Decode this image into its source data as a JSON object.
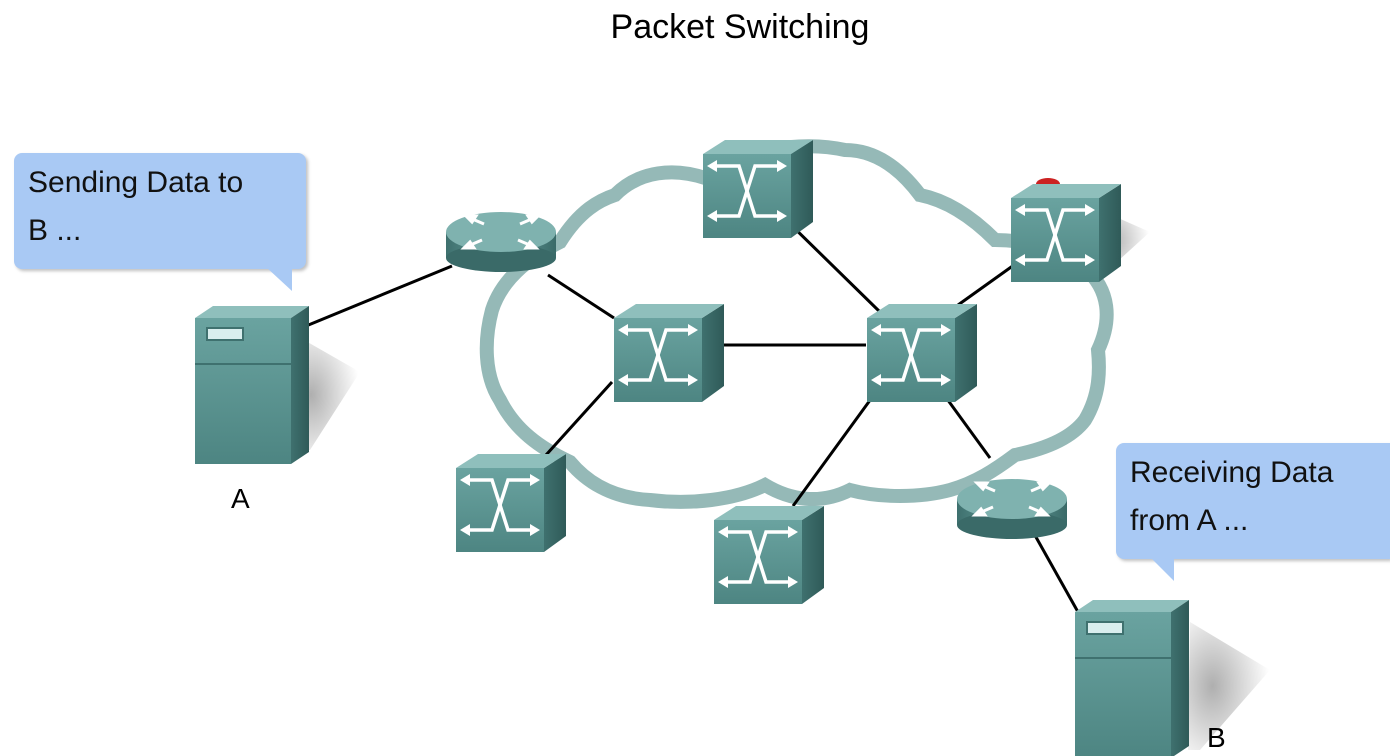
{
  "title": "Packet Switching",
  "bubbles": {
    "sender": {
      "line1": "Sending Data to",
      "line2": "B ..."
    },
    "receiver": {
      "line1": "Receiving Data",
      "line2": "from A ..."
    }
  },
  "nodes": {
    "a_label": "A",
    "b_label": "B"
  },
  "colors": {
    "bubble": "#a9c9f4",
    "device": "#5b9491",
    "cloud_outline": "#7ba7a5",
    "packet_blue": "#1414c8",
    "packet_red": "#cc2222"
  }
}
